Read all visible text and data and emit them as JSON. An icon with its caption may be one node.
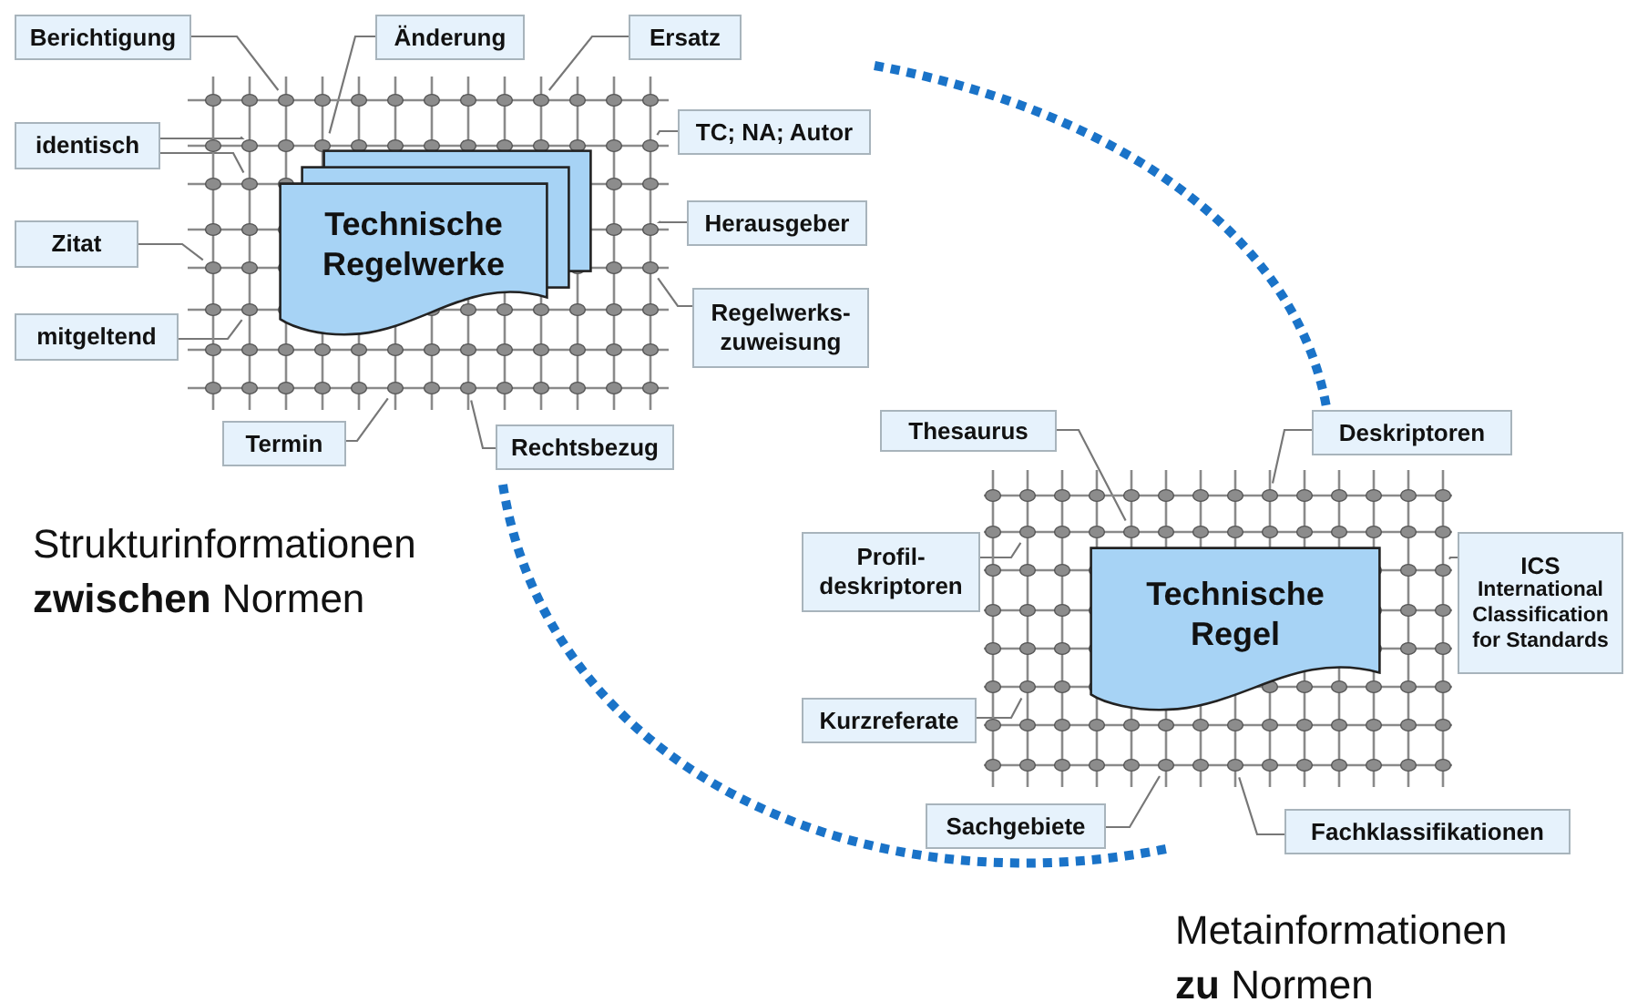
{
  "diagram": {
    "nodes": [
      {
        "text": [
          "Berichtigung"
        ]
      },
      {
        "text": [
          "Änderung"
        ]
      },
      {
        "text": [
          "Ersatz"
        ]
      },
      {
        "text": [
          "identisch"
        ]
      },
      {
        "text": [
          "TC; NA; Autor"
        ]
      },
      {
        "text": [],
        "shape": "grid"
      },
      {
        "text": [
          "Technische Regelwerke"
        ],
        "in": 5
      },
      {
        "text": [
          "Zitat"
        ]
      },
      {
        "text": [
          "Herausgeber"
        ]
      },
      {
        "text": [
          "mitgeltend"
        ]
      },
      {
        "text": [
          "Regelwerks- zuweisung"
        ]
      },
      {
        "text": [
          "Termin"
        ]
      },
      {
        "text": [
          "Rechtsbezug"
        ]
      },
      {
        "text": [
          "Thesaurus"
        ]
      },
      {
        "text": [
          "Deskriptoren"
        ]
      },
      {
        "text": [
          "Profil- deskriptoren"
        ]
      },
      {
        "text": [],
        "shape": "grid"
      },
      {
        "text": [
          "Technische Regel"
        ],
        "in": 16
      },
      {
        "text": [
          "ICS",
          "International Classification for Standards"
        ]
      },
      {
        "text": [
          "Kurzreferate"
        ]
      },
      {
        "text": [
          "Sachgebiete"
        ]
      },
      {
        "text": [
          "Fachklassifikationen"
        ]
      }
    ],
    "edges": [
      {
        "from": 0,
        "to": 5,
        "arrow": "none"
      },
      {
        "from": 1,
        "to": 5,
        "arrow": "none"
      },
      {
        "from": 2,
        "to": 5,
        "arrow": "none"
      },
      {
        "from": 3,
        "to": 5,
        "arrow": "none"
      },
      {
        "from": 3,
        "to": 5,
        "arrow": "none"
      },
      {
        "from": 4,
        "to": 5,
        "arrow": "none"
      },
      {
        "from": 7,
        "to": 5,
        "arrow": "none"
      },
      {
        "from": 8,
        "to": 5,
        "arrow": "none"
      },
      {
        "from": 9,
        "to": 5,
        "arrow": "none"
      },
      {
        "from": 10,
        "to": 5,
        "arrow": "none"
      },
      {
        "from": 11,
        "to": 5,
        "arrow": "none"
      },
      {
        "from": 12,
        "to": 5,
        "arrow": "none"
      },
      {
        "from": 13,
        "to": 16,
        "arrow": "none"
      },
      {
        "from": 14,
        "to": 16,
        "arrow": "none"
      },
      {
        "from": 15,
        "to": 16,
        "arrow": "none"
      },
      {
        "from": 18,
        "to": 16,
        "arrow": "none"
      },
      {
        "from": 19,
        "to": 16,
        "arrow": "none"
      },
      {
        "from": 20,
        "to": 16,
        "arrow": "none"
      },
      {
        "from": 21,
        "to": 16,
        "arrow": "none"
      }
    ],
    "labels": [
      "Strukturinformationen **zwischen** Normen",
      "Metainformationen **zu** Normen"
    ]
  }
}
